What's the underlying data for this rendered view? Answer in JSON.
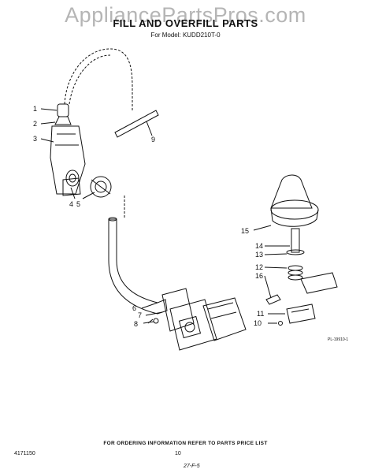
{
  "watermark": "AppliancePartsPros.com",
  "header": {
    "title": "FILL AND OVERFILL PARTS",
    "model": "For Model: KUDD210T-0"
  },
  "diagram": {
    "code": "PL-19910-1",
    "callouts": [
      {
        "id": "1",
        "label": "1"
      },
      {
        "id": "2",
        "label": "2"
      },
      {
        "id": "3",
        "label": "3"
      },
      {
        "id": "4",
        "label": "4"
      },
      {
        "id": "5",
        "label": "5"
      },
      {
        "id": "6",
        "label": "6"
      },
      {
        "id": "7",
        "label": "7"
      },
      {
        "id": "8",
        "label": "8"
      },
      {
        "id": "9",
        "label": "9"
      },
      {
        "id": "10",
        "label": "10"
      },
      {
        "id": "11",
        "label": "11"
      },
      {
        "id": "12",
        "label": "12"
      },
      {
        "id": "13",
        "label": "13"
      },
      {
        "id": "14",
        "label": "14"
      },
      {
        "id": "15",
        "label": "15"
      },
      {
        "id": "16",
        "label": "16"
      }
    ]
  },
  "footer": {
    "note": "FOR ORDERING INFORMATION REFER TO PARTS PRICE LIST",
    "doc_number": "4171150",
    "page": "10",
    "stamp": "27-F-5"
  }
}
